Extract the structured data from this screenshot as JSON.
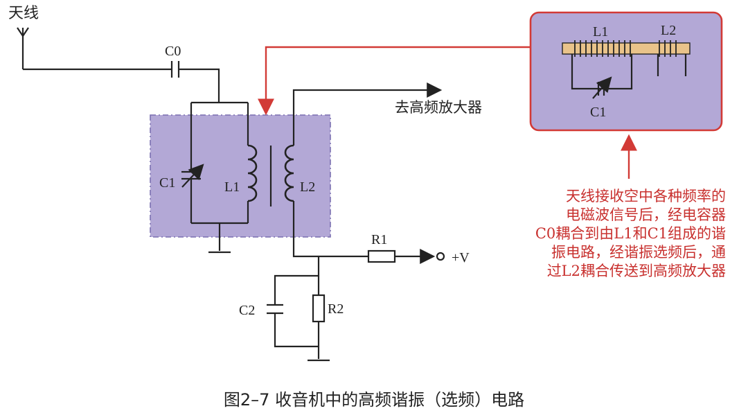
{
  "labels": {
    "antenna": "天线",
    "c0": "C0",
    "c1": "C1",
    "c2": "C2",
    "l1": "L1",
    "l2": "L2",
    "r1": "R1",
    "r2": "R2",
    "supply": "+V",
    "to_amplifier": "去高频放大器"
  },
  "inset": {
    "l1": "L1",
    "l2": "L2",
    "c1": "C1"
  },
  "annotation": {
    "lines": [
      "天线接收空中各种频率的",
      "电磁波信号后，经电容器",
      "C0耦合到由L1和C1组成的谐",
      "振电路，经谐振选频后，通",
      "过L2耦合传送到高频放大器"
    ]
  },
  "caption": "图2–7 收音机中的高频谐振（选频）电路",
  "colors": {
    "highlight_fill": "#b3a8d6",
    "highlight_border": "#7a6fb0",
    "callout_border": "#d23a36",
    "annotation_text": "#c8302e",
    "coil_core": "#e9c38a"
  }
}
